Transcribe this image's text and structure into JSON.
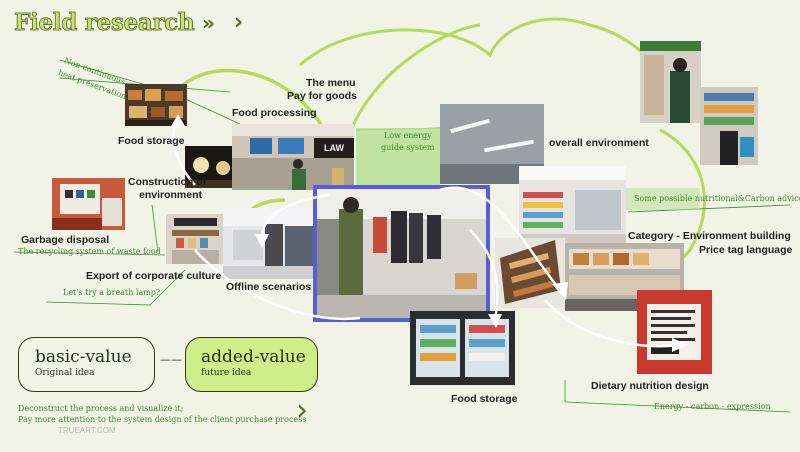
{
  "title": "Field research",
  "nav_chevron": "»",
  "nav_caret": "›",
  "labels": {
    "food_storage_1": "Food storage",
    "food_processing": "Food processing",
    "the_menu": "The menu",
    "pay_for_goods": "Pay for goods",
    "construction_1": "Construction of",
    "construction_2": "environment",
    "garbage_disposal": "Garbage disposal",
    "export_culture": "Export of corporate culture",
    "offline_scenarios": "Offline scenarios",
    "overall_environment": "overall environment",
    "category": "Category - Environment building",
    "price_tag": "Price tag language",
    "dietary": "Dietary nutrition design",
    "food_storage_2": "Food storage"
  },
  "notes": {
    "non_continuous_1": "Non-continuous",
    "non_continuous_2": "heat preservation",
    "low_energy_1": "Low energy",
    "low_energy_2": "guide system",
    "recycling": "The recycling system of waste food",
    "breath_lamp": "Let's try a breath lamp?",
    "nutritional": "Some possible nutritional&Carbon advice",
    "energy_carbon": "Energy - carbon - expression"
  },
  "pills": {
    "basic_big": "basic-value",
    "basic_small": "Original idea",
    "dash": "——",
    "added_big": "added-value",
    "added_small": "future idea"
  },
  "bottom": {
    "line1": "Deconstruct the process and visualize it;",
    "line2": "Pay more attention to the system design of the client purchase process",
    "watermark": "TRUEART.COM",
    "caret": "›"
  },
  "photo_sign": "LAW",
  "colors": {
    "accent_green": "#b9df95",
    "title_green": "#c6e36e",
    "purple_frame": "#5b5cd9",
    "lime_line": "#b7d85a"
  }
}
